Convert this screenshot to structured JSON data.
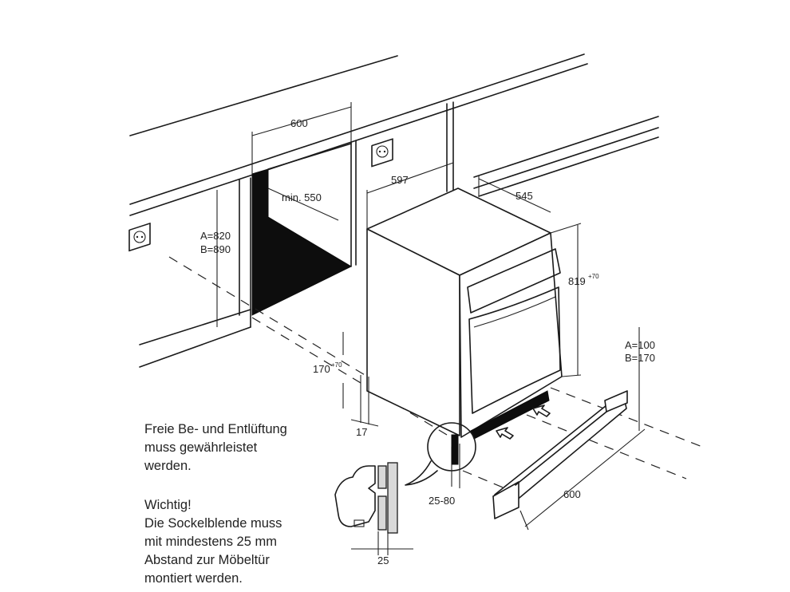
{
  "dimensions": {
    "niche_width": "600",
    "niche_depth": "min. 550",
    "niche_height_a": "A=820",
    "niche_height_b": "B=890",
    "appliance_width": "597",
    "appliance_depth": "545",
    "appliance_height": "819",
    "appliance_height_tol": "+70",
    "plinth_height": "170",
    "plinth_height_tol": "+70",
    "recess": "17",
    "plinth_gap_range": "25-80",
    "plinth_a": "A=100",
    "plinth_b": "B=170",
    "plinth_width": "600",
    "detail_gap": "25"
  },
  "notes": {
    "ventilation": [
      "Freie Be- und Entlüftung",
      "muss gewährleistet",
      "werden."
    ],
    "important": [
      "Wichtig!",
      "Die Sockelblende muss",
      "mit mindestens 25 mm",
      "Abstand zur Möbeltür",
      "montiert werden."
    ]
  }
}
